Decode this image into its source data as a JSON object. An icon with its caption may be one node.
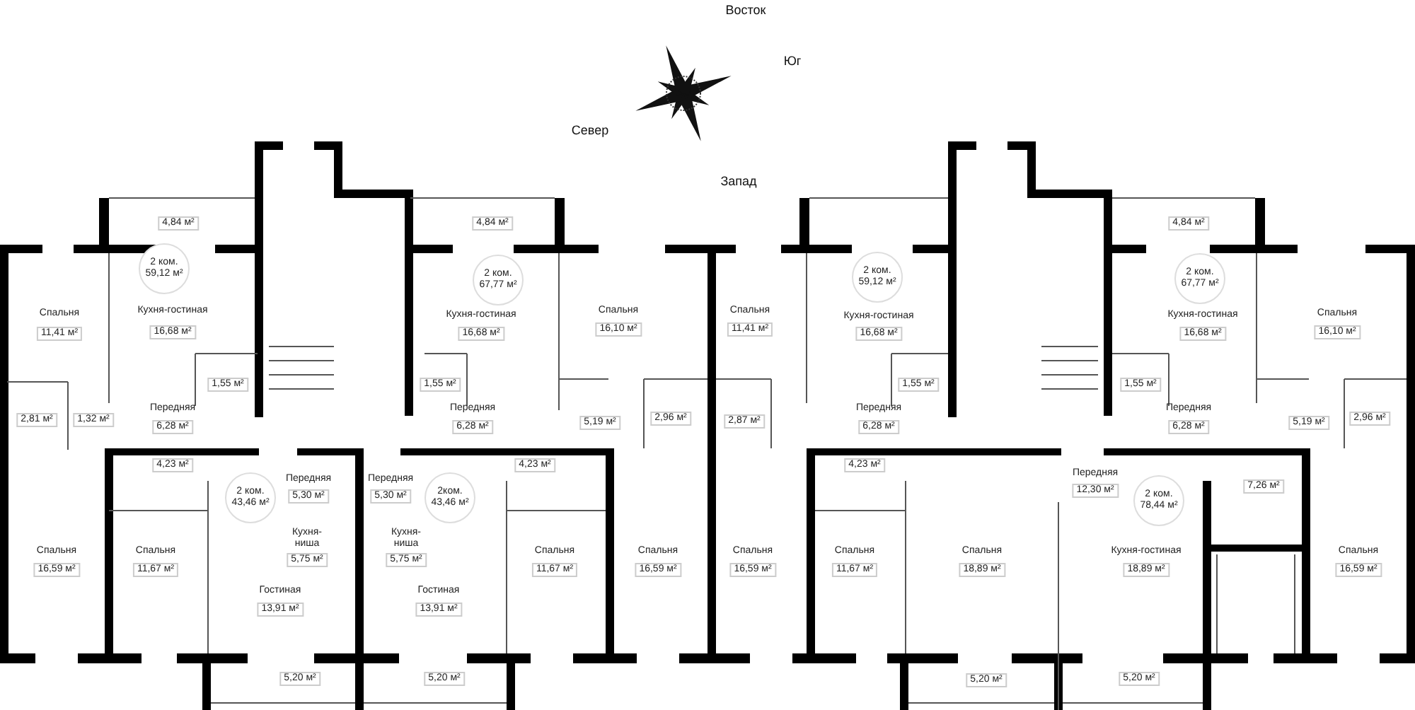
{
  "diagram": {
    "nodes": [
      {
        "text": [
          "2 ком.",
          "59,12 м²"
        ]
      },
      {
        "text": [
          "2 ком.",
          "67,77 м²"
        ]
      },
      {
        "text": [
          "2 ком.",
          "59,12 м²"
        ]
      },
      {
        "text": [
          "2 ком.",
          "67,77 м²"
        ]
      },
      {
        "text": [
          "2 ком.",
          "43,46 м²"
        ]
      },
      {
        "text": [
          "2ком.",
          "43,46 м²"
        ]
      },
      {
        "text": [
          "2 ком.",
          "78,44 м²"
        ]
      }
    ],
    "labels": [
      "Восток",
      "Юг",
      "Север",
      "Запад",
      "4,84 м²",
      "4,84 м²",
      "4,84 м²",
      "Спальня",
      "11,41 м²",
      "Кухня-гостиная",
      "16,68 м²",
      "Кухня-гостиная",
      "16,68 м²",
      "Спальня",
      "16,10 м²",
      "Спальня",
      "11,41 м²",
      "Кухня-гостиная",
      "16,68 м²",
      "Кухня-гостиная",
      "16,68 м²",
      "Спальня",
      "16,10 м²",
      "1,55 м²",
      "1,55 м²",
      "1,55 м²",
      "1,55 м²",
      "Передняя",
      "6,28 м²",
      "Передняя",
      "6,28 м²",
      "Передняя",
      "6,28 м²",
      "Передняя",
      "6,28 м²",
      "2,81 м²",
      "1,32 м²",
      "5,19 м²",
      "2,96 м²",
      "2,87 м²",
      "5,19 м²",
      "2,96 м²",
      "4,23 м²",
      "4,23 м²",
      "4,23 м²",
      "Передняя",
      "5,30 м²",
      "Передняя",
      "5,30 м²",
      "Передняя",
      "12,30 м²",
      "7,26 м²",
      "Кухня- ниша",
      "5,75 м²",
      "Кухня- ниша",
      "5,75 м²",
      "Спальня",
      "16,59 м²",
      "Спальня",
      "11,67 м²",
      "Спальня",
      "11,67 м²",
      "Спальня",
      "16,59 м²",
      "Спальня",
      "16,59 м²",
      "Спальня",
      "11,67 м²",
      "Спальня",
      "18,89 м²",
      "Кухня-гостиная",
      "18,89 м²",
      "Спальня",
      "16,59 м²",
      "Гостиная",
      "13,91 м²",
      "Гостиная",
      "13,91 м²",
      "5,20 м²",
      "5,20 м²",
      "5,20 м²",
      "5,20 м²"
    ]
  }
}
